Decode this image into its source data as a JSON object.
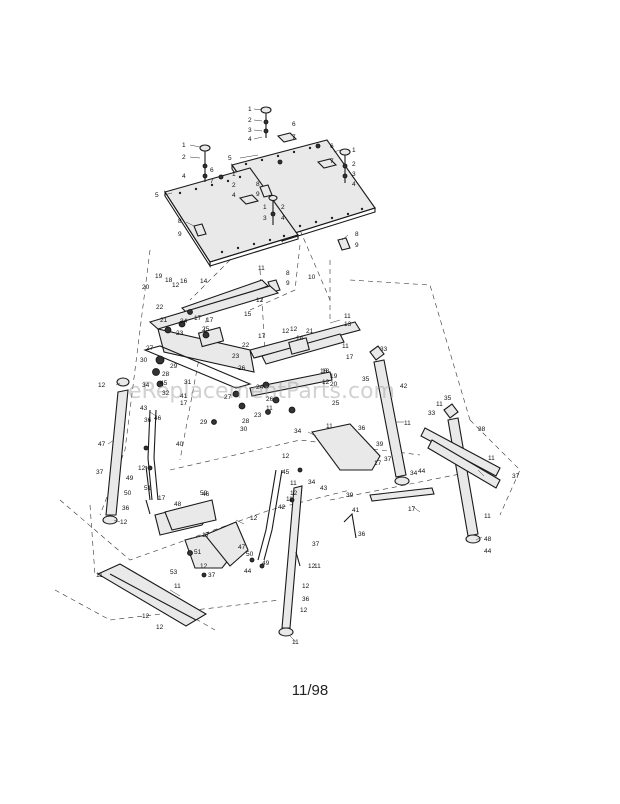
{
  "watermark": "eReplacementParts.com",
  "page_date": "11/98",
  "callouts": [
    {
      "id": "1a",
      "t": "1"
    },
    {
      "id": "2a",
      "t": "2"
    },
    {
      "id": "3a",
      "t": "3"
    },
    {
      "id": "4a",
      "t": "4"
    },
    {
      "id": "6a",
      "t": "6"
    },
    {
      "id": "7a",
      "t": "7"
    },
    {
      "id": "5a",
      "t": "5"
    },
    {
      "id": "1b",
      "t": "1"
    },
    {
      "id": "2b",
      "t": "2"
    },
    {
      "id": "4b",
      "t": "4"
    },
    {
      "id": "6b",
      "t": "6"
    },
    {
      "id": "7b",
      "t": "7"
    },
    {
      "id": "1c",
      "t": "1"
    },
    {
      "id": "2c",
      "t": "2"
    },
    {
      "id": "3c",
      "t": "3"
    },
    {
      "id": "4c",
      "t": "4"
    },
    {
      "id": "1d",
      "t": "1"
    },
    {
      "id": "2d",
      "t": "2"
    },
    {
      "id": "4d",
      "t": "4"
    },
    {
      "id": "6d",
      "t": "6"
    },
    {
      "id": "7d",
      "t": "7"
    },
    {
      "id": "8d",
      "t": "8"
    },
    {
      "id": "9d",
      "t": "9"
    },
    {
      "id": "5d",
      "t": "5"
    },
    {
      "id": "1e",
      "t": "1"
    },
    {
      "id": "2e",
      "t": "2"
    },
    {
      "id": "3e",
      "t": "3"
    },
    {
      "id": "4e",
      "t": "4"
    },
    {
      "id": "8e",
      "t": "8"
    },
    {
      "id": "9e",
      "t": "9"
    },
    {
      "id": "8f",
      "t": "8"
    },
    {
      "id": "9f",
      "t": "9"
    },
    {
      "id": "11a",
      "t": "11"
    },
    {
      "id": "8g",
      "t": "8"
    },
    {
      "id": "9g",
      "t": "9"
    },
    {
      "id": "10a",
      "t": "10"
    },
    {
      "id": "11b",
      "t": "11"
    },
    {
      "id": "13a",
      "t": "13"
    },
    {
      "id": "19a",
      "t": "19"
    },
    {
      "id": "18a",
      "t": "18"
    },
    {
      "id": "12a",
      "t": "12"
    },
    {
      "id": "16a",
      "t": "16"
    },
    {
      "id": "14a",
      "t": "14"
    },
    {
      "id": "20a",
      "t": "20"
    },
    {
      "id": "12b",
      "t": "12"
    },
    {
      "id": "15a",
      "t": "15"
    },
    {
      "id": "22a",
      "t": "22"
    },
    {
      "id": "21a",
      "t": "21"
    },
    {
      "id": "24a",
      "t": "24"
    },
    {
      "id": "17a",
      "t": "17"
    },
    {
      "id": "25a",
      "t": "25"
    },
    {
      "id": "23a",
      "t": "23"
    },
    {
      "id": "17b",
      "t": "17"
    },
    {
      "id": "17c",
      "t": "17"
    },
    {
      "id": "12c",
      "t": "12"
    },
    {
      "id": "11c",
      "t": "11"
    },
    {
      "id": "17d",
      "t": "17"
    },
    {
      "id": "14b",
      "t": "14"
    },
    {
      "id": "12d",
      "t": "12"
    },
    {
      "id": "21b",
      "t": "21"
    },
    {
      "id": "22b",
      "t": "22"
    },
    {
      "id": "23b",
      "t": "23"
    },
    {
      "id": "26a",
      "t": "26"
    },
    {
      "id": "27a",
      "t": "27"
    },
    {
      "id": "30a",
      "t": "30"
    },
    {
      "id": "29a",
      "t": "29"
    },
    {
      "id": "28a",
      "t": "28"
    },
    {
      "id": "34a",
      "t": "34"
    },
    {
      "id": "45a",
      "t": "45"
    },
    {
      "id": "32a",
      "t": "32"
    },
    {
      "id": "31a",
      "t": "31"
    },
    {
      "id": "41a",
      "t": "41"
    },
    {
      "id": "12e",
      "t": "12"
    },
    {
      "id": "16b",
      "t": "16"
    },
    {
      "id": "12f",
      "t": "12"
    },
    {
      "id": "18b",
      "t": "18"
    },
    {
      "id": "19b",
      "t": "19"
    },
    {
      "id": "20b",
      "t": "20"
    },
    {
      "id": "25b",
      "t": "25"
    },
    {
      "id": "24b",
      "t": "24"
    },
    {
      "id": "26b",
      "t": "26"
    },
    {
      "id": "27b",
      "t": "27"
    },
    {
      "id": "29b",
      "t": "29"
    },
    {
      "id": "28b",
      "t": "28"
    },
    {
      "id": "30b",
      "t": "30"
    },
    {
      "id": "23c",
      "t": "23"
    },
    {
      "id": "11d",
      "t": "11"
    },
    {
      "id": "34b",
      "t": "34"
    },
    {
      "id": "33a",
      "t": "33"
    },
    {
      "id": "35a",
      "t": "35"
    },
    {
      "id": "42a",
      "t": "42"
    },
    {
      "id": "43a",
      "t": "43"
    },
    {
      "id": "46a",
      "t": "46"
    },
    {
      "id": "17e",
      "t": "17"
    },
    {
      "id": "36a",
      "t": "36"
    },
    {
      "id": "47a",
      "t": "47"
    },
    {
      "id": "40a",
      "t": "40"
    },
    {
      "id": "11e",
      "t": "11"
    },
    {
      "id": "39a",
      "t": "39"
    },
    {
      "id": "12g",
      "t": "12"
    },
    {
      "id": "17f",
      "t": "17"
    },
    {
      "id": "36b",
      "t": "36"
    },
    {
      "id": "11f",
      "t": "11"
    },
    {
      "id": "37a",
      "t": "37"
    },
    {
      "id": "34c",
      "t": "34"
    },
    {
      "id": "35b",
      "t": "35"
    },
    {
      "id": "11g",
      "t": "11"
    },
    {
      "id": "33b",
      "t": "33"
    },
    {
      "id": "38a",
      "t": "38"
    },
    {
      "id": "11h",
      "t": "11"
    },
    {
      "id": "44a",
      "t": "44"
    },
    {
      "id": "12h",
      "t": "12"
    },
    {
      "id": "49a",
      "t": "49"
    },
    {
      "id": "50a",
      "t": "50"
    },
    {
      "id": "51a",
      "t": "51"
    },
    {
      "id": "17g",
      "t": "17"
    },
    {
      "id": "48a",
      "t": "48"
    },
    {
      "id": "46b",
      "t": "46"
    },
    {
      "id": "45b",
      "t": "45"
    },
    {
      "id": "11i",
      "t": "11"
    },
    {
      "id": "12i",
      "t": "12"
    },
    {
      "id": "34d",
      "t": "34"
    },
    {
      "id": "43b",
      "t": "43"
    },
    {
      "id": "42b",
      "t": "42"
    },
    {
      "id": "11j",
      "t": "11"
    },
    {
      "id": "39b",
      "t": "39"
    },
    {
      "id": "17h",
      "t": "17"
    },
    {
      "id": "41b",
      "t": "41"
    },
    {
      "id": "36c",
      "t": "36"
    },
    {
      "id": "37b",
      "t": "37"
    },
    {
      "id": "12j",
      "t": "12"
    },
    {
      "id": "36d",
      "t": "36"
    },
    {
      "id": "11k",
      "t": "11"
    },
    {
      "id": "37c",
      "t": "37"
    },
    {
      "id": "48b",
      "t": "48"
    },
    {
      "id": "52a",
      "t": "52"
    },
    {
      "id": "17i",
      "t": "17"
    },
    {
      "id": "47b",
      "t": "47"
    },
    {
      "id": "12k",
      "t": "12"
    },
    {
      "id": "51b",
      "t": "51"
    },
    {
      "id": "50b",
      "t": "50"
    },
    {
      "id": "49b",
      "t": "49"
    },
    {
      "id": "44b",
      "t": "44"
    },
    {
      "id": "11l",
      "t": "11"
    },
    {
      "id": "11m",
      "t": "11"
    },
    {
      "id": "53a",
      "t": "53"
    },
    {
      "id": "12l",
      "t": "12"
    },
    {
      "id": "11n",
      "t": "11"
    },
    {
      "id": "12m",
      "t": "12"
    },
    {
      "id": "12n",
      "t": "12"
    },
    {
      "id": "37d",
      "t": "37"
    },
    {
      "id": "11o",
      "t": "11"
    },
    {
      "id": "12o",
      "t": "12"
    },
    {
      "id": "36e",
      "t": "36"
    },
    {
      "id": "37e",
      "t": "37"
    },
    {
      "id": "44c",
      "t": "44"
    },
    {
      "id": "12p",
      "t": "12"
    },
    {
      "id": "12q",
      "t": "12"
    }
  ]
}
